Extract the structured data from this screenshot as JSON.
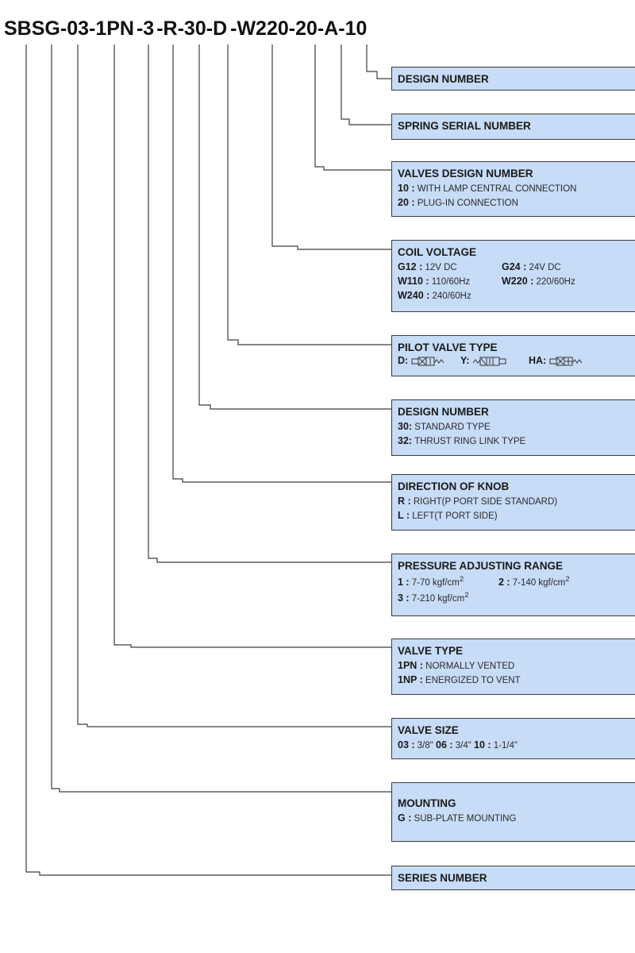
{
  "model_code": {
    "segments": [
      "SBSG",
      "-",
      "03",
      "-",
      "1PN",
      "-",
      "3",
      "-",
      "R",
      "-",
      "30",
      "-",
      "D",
      "-",
      "W220",
      "-",
      "20",
      "-",
      "A",
      "-",
      "10"
    ]
  },
  "boxes": {
    "design_number_top": {
      "title": "DESIGN NUMBER"
    },
    "spring_serial": {
      "title": "SPRING SERIAL NUMBER"
    },
    "valves_design": {
      "title": "VALVES DESIGN NUMBER",
      "items": [
        {
          "code": "10 :",
          "desc": " WITH LAMP CENTRAL CONNECTION"
        },
        {
          "code": "20 :",
          "desc": " PLUG-IN CONNECTION"
        }
      ]
    },
    "coil_voltage": {
      "title": "COIL VOLTAGE",
      "items": [
        {
          "code": "G12 :",
          "desc": " 12V DC"
        },
        {
          "code": "G24 :",
          "desc": " 24V DC"
        },
        {
          "code": "W110 :",
          "desc": " 110/60Hz"
        },
        {
          "code": "W220 :",
          "desc": " 220/60Hz"
        },
        {
          "code": "W240 :",
          "desc": " 240/60Hz"
        }
      ]
    },
    "pilot_valve": {
      "title": "PILOT VALVE TYPE",
      "items": [
        {
          "code": "D:"
        },
        {
          "code": "Y:"
        },
        {
          "code": "HA:"
        }
      ]
    },
    "design_number": {
      "title": "DESIGN NUMBER",
      "items": [
        {
          "code": "30:",
          "desc": " STANDARD TYPE"
        },
        {
          "code": "32:",
          "desc": " THRUST RING LINK TYPE"
        }
      ]
    },
    "knob_direction": {
      "title": "DIRECTION OF KNOB",
      "items": [
        {
          "code": "R :",
          "desc": " RIGHT(P PORT SIDE STANDARD)"
        },
        {
          "code": "L :",
          "desc": " LEFT(T PORT SIDE)"
        }
      ]
    },
    "pressure_range": {
      "title": "PRESSURE ADJUSTING RANGE",
      "items": [
        {
          "code": "1 :",
          "desc": " 7-70 kgf/cm",
          "sup": "2"
        },
        {
          "code": "2 :",
          "desc": " 7-140 kgf/cm",
          "sup": "2"
        },
        {
          "code": "3 :",
          "desc": " 7-210 kgf/cm",
          "sup": "2"
        }
      ]
    },
    "valve_type": {
      "title": "VALVE TYPE",
      "items": [
        {
          "code": "1PN :",
          "desc": " NORMALLY VENTED"
        },
        {
          "code": "1NP :",
          "desc": " ENERGIZED TO VENT"
        }
      ]
    },
    "valve_size": {
      "title": "VALVE SIZE",
      "items": [
        {
          "code": "03 :",
          "desc": " 3/8\" "
        },
        {
          "code": "06 :",
          "desc": " 3/4\" "
        },
        {
          "code": "10 :",
          "desc": " 1-1/4\""
        }
      ]
    },
    "mounting": {
      "title": "MOUNTING",
      "items": [
        {
          "code": "G :",
          "desc": " SUB-PLATE MOUNTING"
        }
      ]
    },
    "series_number": {
      "title": "SERIES NUMBER"
    }
  },
  "colors": {
    "box_fill": "#c7dcf6",
    "box_border": "#3c3c3c",
    "leader_line": "#3c3c3c",
    "text": "#1a1a1a"
  }
}
